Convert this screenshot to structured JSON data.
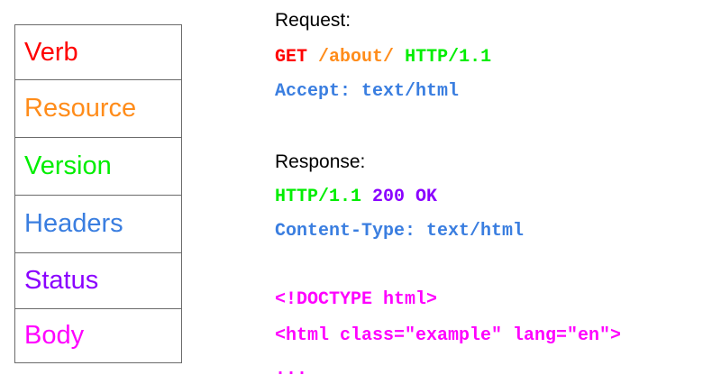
{
  "colors": {
    "verb": "#ff0000",
    "resource": "#ff8c1a",
    "version": "#00ee00",
    "headers": "#3a7ee0",
    "status": "#8a00ff",
    "body": "#ff00ff"
  },
  "parts": [
    {
      "label": "Verb",
      "color": "#ff0000"
    },
    {
      "label": "Resource",
      "color": "#ff8c1a"
    },
    {
      "label": "Version",
      "color": "#00ee00"
    },
    {
      "label": "Headers",
      "color": "#3a7ee0"
    },
    {
      "label": "Status",
      "color": "#8a00ff"
    },
    {
      "label": "Body",
      "color": "#ff00ff"
    }
  ],
  "request": {
    "label": "Request:",
    "line1": {
      "verb": "GET",
      "resource": "/about/",
      "version": "HTTP/1.1"
    },
    "header": "Accept: text/html"
  },
  "response": {
    "label": "Response:",
    "line1": {
      "version": "HTTP/1.1",
      "status": "200 OK"
    },
    "header": "Content-Type: text/html",
    "body": [
      "<!DOCTYPE html>",
      "<html class=\"example\" lang=\"en\">",
      "..."
    ]
  }
}
